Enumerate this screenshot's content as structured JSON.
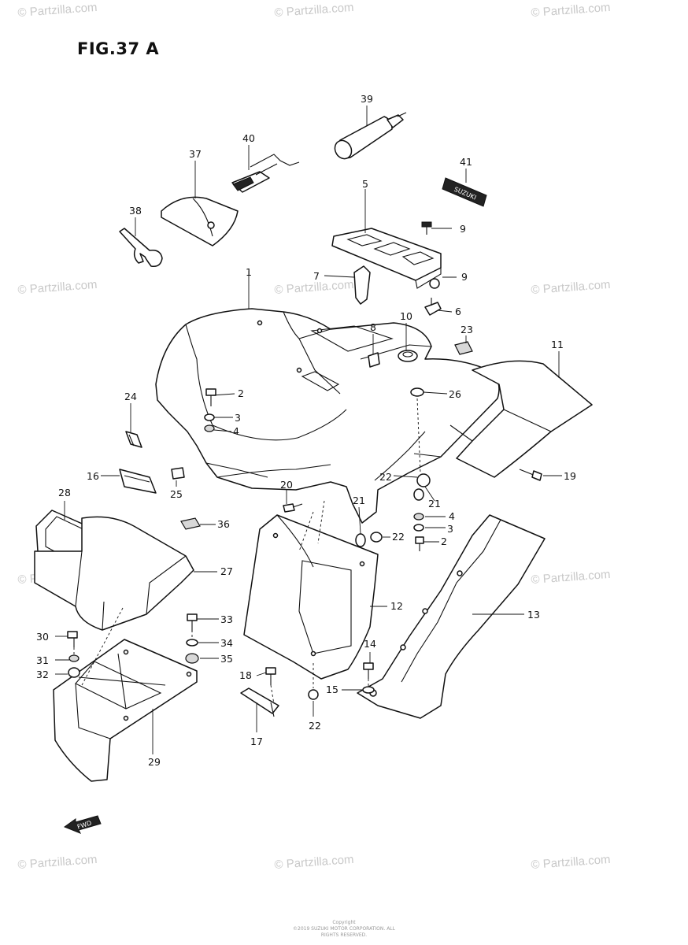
{
  "figure": {
    "title": "FIG.37 A"
  },
  "watermark": {
    "text": "© Partzilla.com"
  },
  "fwd_label": "FWD",
  "decal_41_text": "SUZUKI",
  "footer_note": [
    "Copyright",
    "©2019 SUZUKI MOTOR CORPORATION. ALL RIGHTS RESERVED."
  ],
  "parts": [
    {
      "ref": "1",
      "label": "1"
    },
    {
      "ref": "2",
      "label": "2"
    },
    {
      "ref": "3",
      "label": "3"
    },
    {
      "ref": "4",
      "label": "4"
    },
    {
      "ref": "5",
      "label": "5"
    },
    {
      "ref": "6",
      "label": "6"
    },
    {
      "ref": "7",
      "label": "7"
    },
    {
      "ref": "8",
      "label": "8"
    },
    {
      "ref": "9",
      "label": "9"
    },
    {
      "ref": "10",
      "label": "10"
    },
    {
      "ref": "11",
      "label": "11"
    },
    {
      "ref": "12",
      "label": "12"
    },
    {
      "ref": "13",
      "label": "13"
    },
    {
      "ref": "14",
      "label": "14"
    },
    {
      "ref": "15",
      "label": "15"
    },
    {
      "ref": "16",
      "label": "16"
    },
    {
      "ref": "17",
      "label": "17"
    },
    {
      "ref": "18",
      "label": "18"
    },
    {
      "ref": "19",
      "label": "19"
    },
    {
      "ref": "20",
      "label": "20"
    },
    {
      "ref": "21",
      "label": "21"
    },
    {
      "ref": "22",
      "label": "22"
    },
    {
      "ref": "23",
      "label": "23"
    },
    {
      "ref": "24",
      "label": "24"
    },
    {
      "ref": "25",
      "label": "25"
    },
    {
      "ref": "26",
      "label": "26"
    },
    {
      "ref": "27",
      "label": "27"
    },
    {
      "ref": "28",
      "label": "28"
    },
    {
      "ref": "29",
      "label": "29"
    },
    {
      "ref": "30",
      "label": "30"
    },
    {
      "ref": "31",
      "label": "31"
    },
    {
      "ref": "32",
      "label": "32"
    },
    {
      "ref": "33",
      "label": "33"
    },
    {
      "ref": "34",
      "label": "34"
    },
    {
      "ref": "35",
      "label": "35"
    },
    {
      "ref": "36",
      "label": "36"
    },
    {
      "ref": "37",
      "label": "37"
    },
    {
      "ref": "38",
      "label": "38"
    },
    {
      "ref": "39",
      "label": "39"
    },
    {
      "ref": "40",
      "label": "40"
    },
    {
      "ref": "41",
      "label": "41"
    }
  ]
}
